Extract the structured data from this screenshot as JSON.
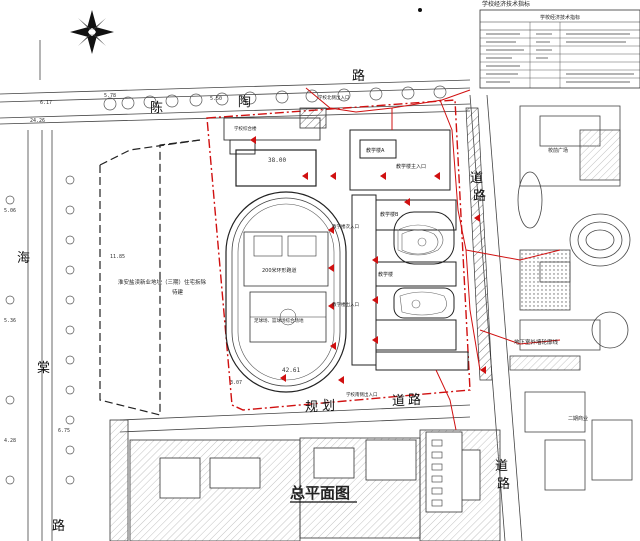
{
  "roads": {
    "north_chars": [
      "陈",
      "陶",
      "路"
    ],
    "west_chars": [
      "海",
      "棠",
      "路"
    ],
    "south_chars": [
      "规",
      "划",
      "道",
      "路"
    ],
    "east_chars": [
      "道",
      "路"
    ]
  },
  "plan_title": "总平面图",
  "site_labels": {
    "west_plot": "淮安盐渎新业地块（三期）住宅拆除",
    "west_plot_line2": "待建",
    "track_inner_top": "200米环形跑道",
    "track_inner_bottom": "足球场、篮球场综合场地",
    "underground": "地下室外墙轮廓线",
    "field_east": "教学楼",
    "teaching_a": "教学楼A",
    "teaching_b": "教学楼B",
    "entrance_main": "教学楼主入口",
    "entrance_2": "教学楼次入口",
    "entrance_3": "教学楼出入口",
    "plaza": "校前广场",
    "gate_north": "学校北侧出入口",
    "gate_south": "学校南侧出入口",
    "east_building": "二期商业",
    "north_building": "学校综合楼"
  },
  "dims": {
    "d1": "38.00",
    "d2": "42.61",
    "d3": "5.78",
    "d4": "6.17",
    "d5": "24.26",
    "d6": "5.06",
    "d7": "4.28",
    "d8": "6.75",
    "d9": "5.36",
    "d10": "11.85",
    "d11": "3.07",
    "d12": "5.50"
  },
  "table": {
    "title": "学校经济技术指标",
    "subtitle": "学校经济技术指标"
  }
}
